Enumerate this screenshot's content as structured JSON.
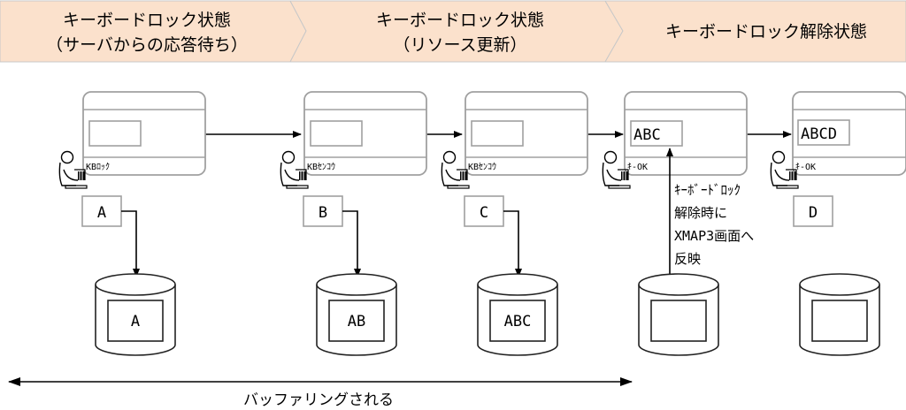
{
  "phases": [
    {
      "line1": "キーボードロック状態",
      "line2": "（サーバからの応答待ち）"
    },
    {
      "line1": "キーボードロック状態",
      "line2": "（リソース更新）"
    },
    {
      "line1": "キーボードロック解除状態"
    }
  ],
  "screens": [
    {
      "text": "",
      "status": "KBﾛｯｸ"
    },
    {
      "text": "",
      "status": "KBｾﾝｺｳ"
    },
    {
      "text": "",
      "status": "KBｾﾝｺｳ"
    },
    {
      "text": "ABC",
      "status": "ｷ-OK"
    },
    {
      "text": "ABCD",
      "status": "ｷ-OK"
    }
  ],
  "inputs": [
    "A",
    "B",
    "C",
    "",
    "D"
  ],
  "buffers": [
    "A",
    "AB",
    "ABC",
    "",
    ""
  ],
  "note": {
    "line1": "ｷｰﾎﾞｰﾄﾞﾛｯｸ",
    "line2": "解除時に",
    "line3": "XMAP3画面へ",
    "line4": "反映"
  },
  "buffering_label": "バッファリングされる",
  "colors": {
    "phase_fill": "#fbe1cc",
    "screen_stroke": "#a0a0a0",
    "cylinder_stroke": "#222222",
    "line": "#000000"
  }
}
